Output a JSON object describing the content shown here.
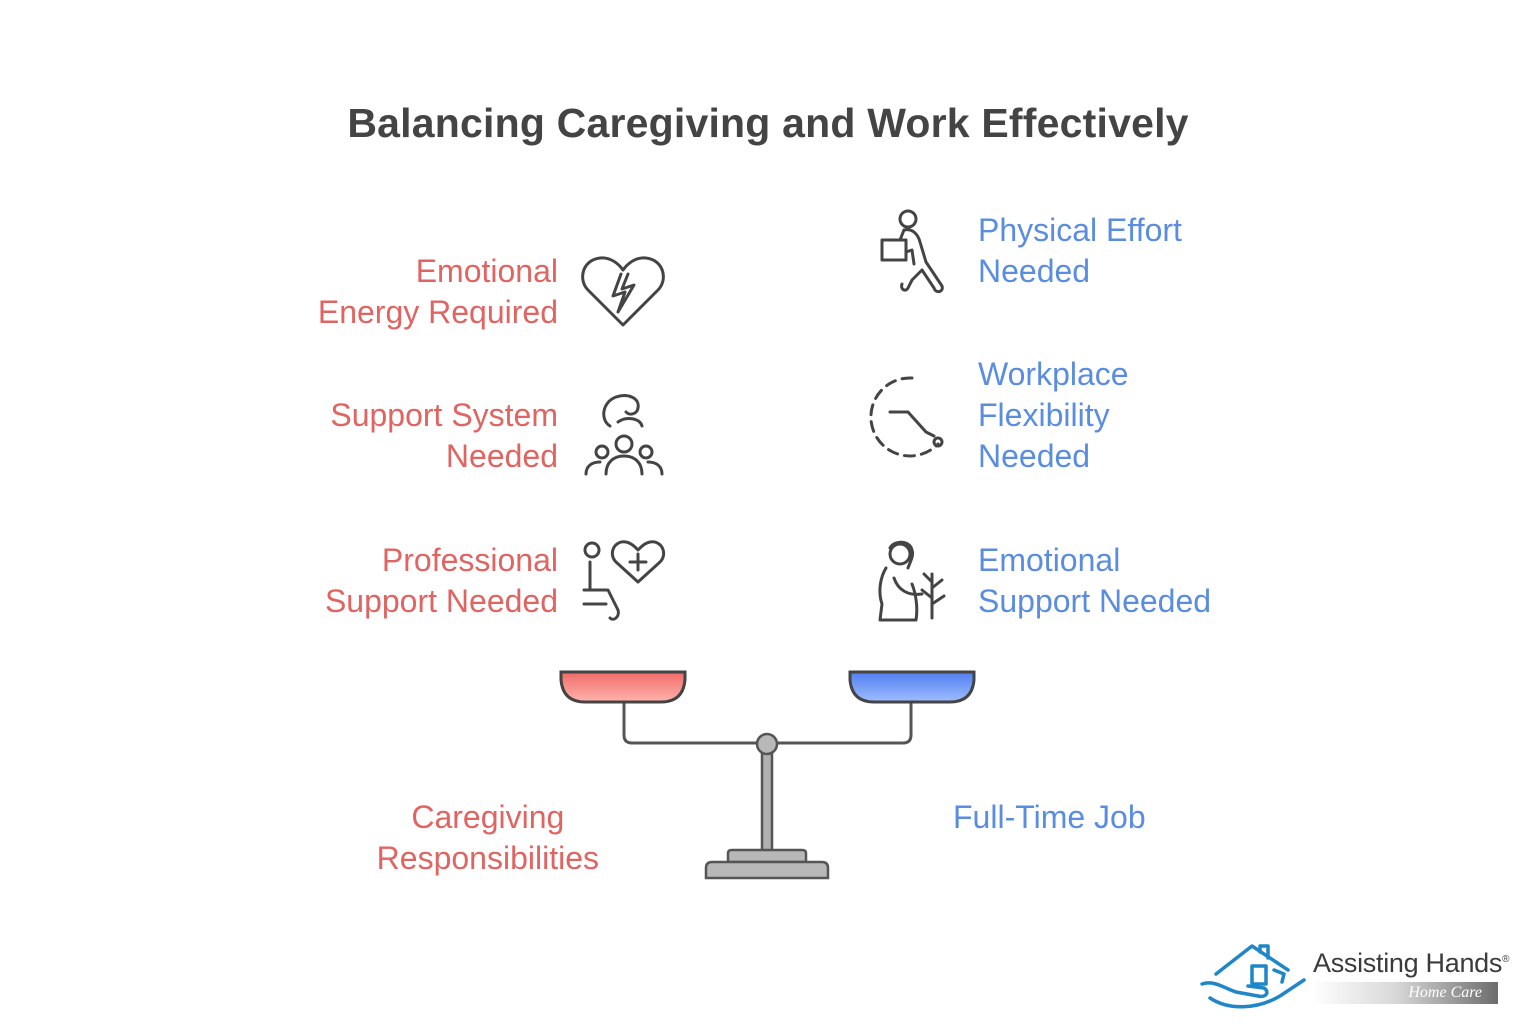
{
  "title": "Balancing Caregiving and Work Effectively",
  "left_items": [
    {
      "label": "Emotional\nEnergy Required",
      "icon": "heart-lightning-icon"
    },
    {
      "label": "Support System\nNeeded",
      "icon": "support-group-icon"
    },
    {
      "label": "Professional\nSupport Needed",
      "icon": "therapy-heart-icon"
    }
  ],
  "right_items": [
    {
      "label": "Physical Effort\nNeeded",
      "icon": "person-carrying-box-icon"
    },
    {
      "label": "Workplace\nFlexibility\nNeeded",
      "icon": "dashed-clock-icon"
    },
    {
      "label": "Emotional\nSupport Needed",
      "icon": "woman-plant-icon"
    }
  ],
  "scale": {
    "left_label": "Caregiving\nResponsibilities",
    "right_label": "Full-Time Job",
    "left_color": "#f06a68",
    "right_color": "#4f7ff0"
  },
  "colors": {
    "left_text": "#e06461",
    "right_text": "#5a8de0",
    "title": "#444444"
  },
  "logo": {
    "name": "Assisting Hands",
    "reg_mark": "®",
    "sub": "Home Care"
  }
}
